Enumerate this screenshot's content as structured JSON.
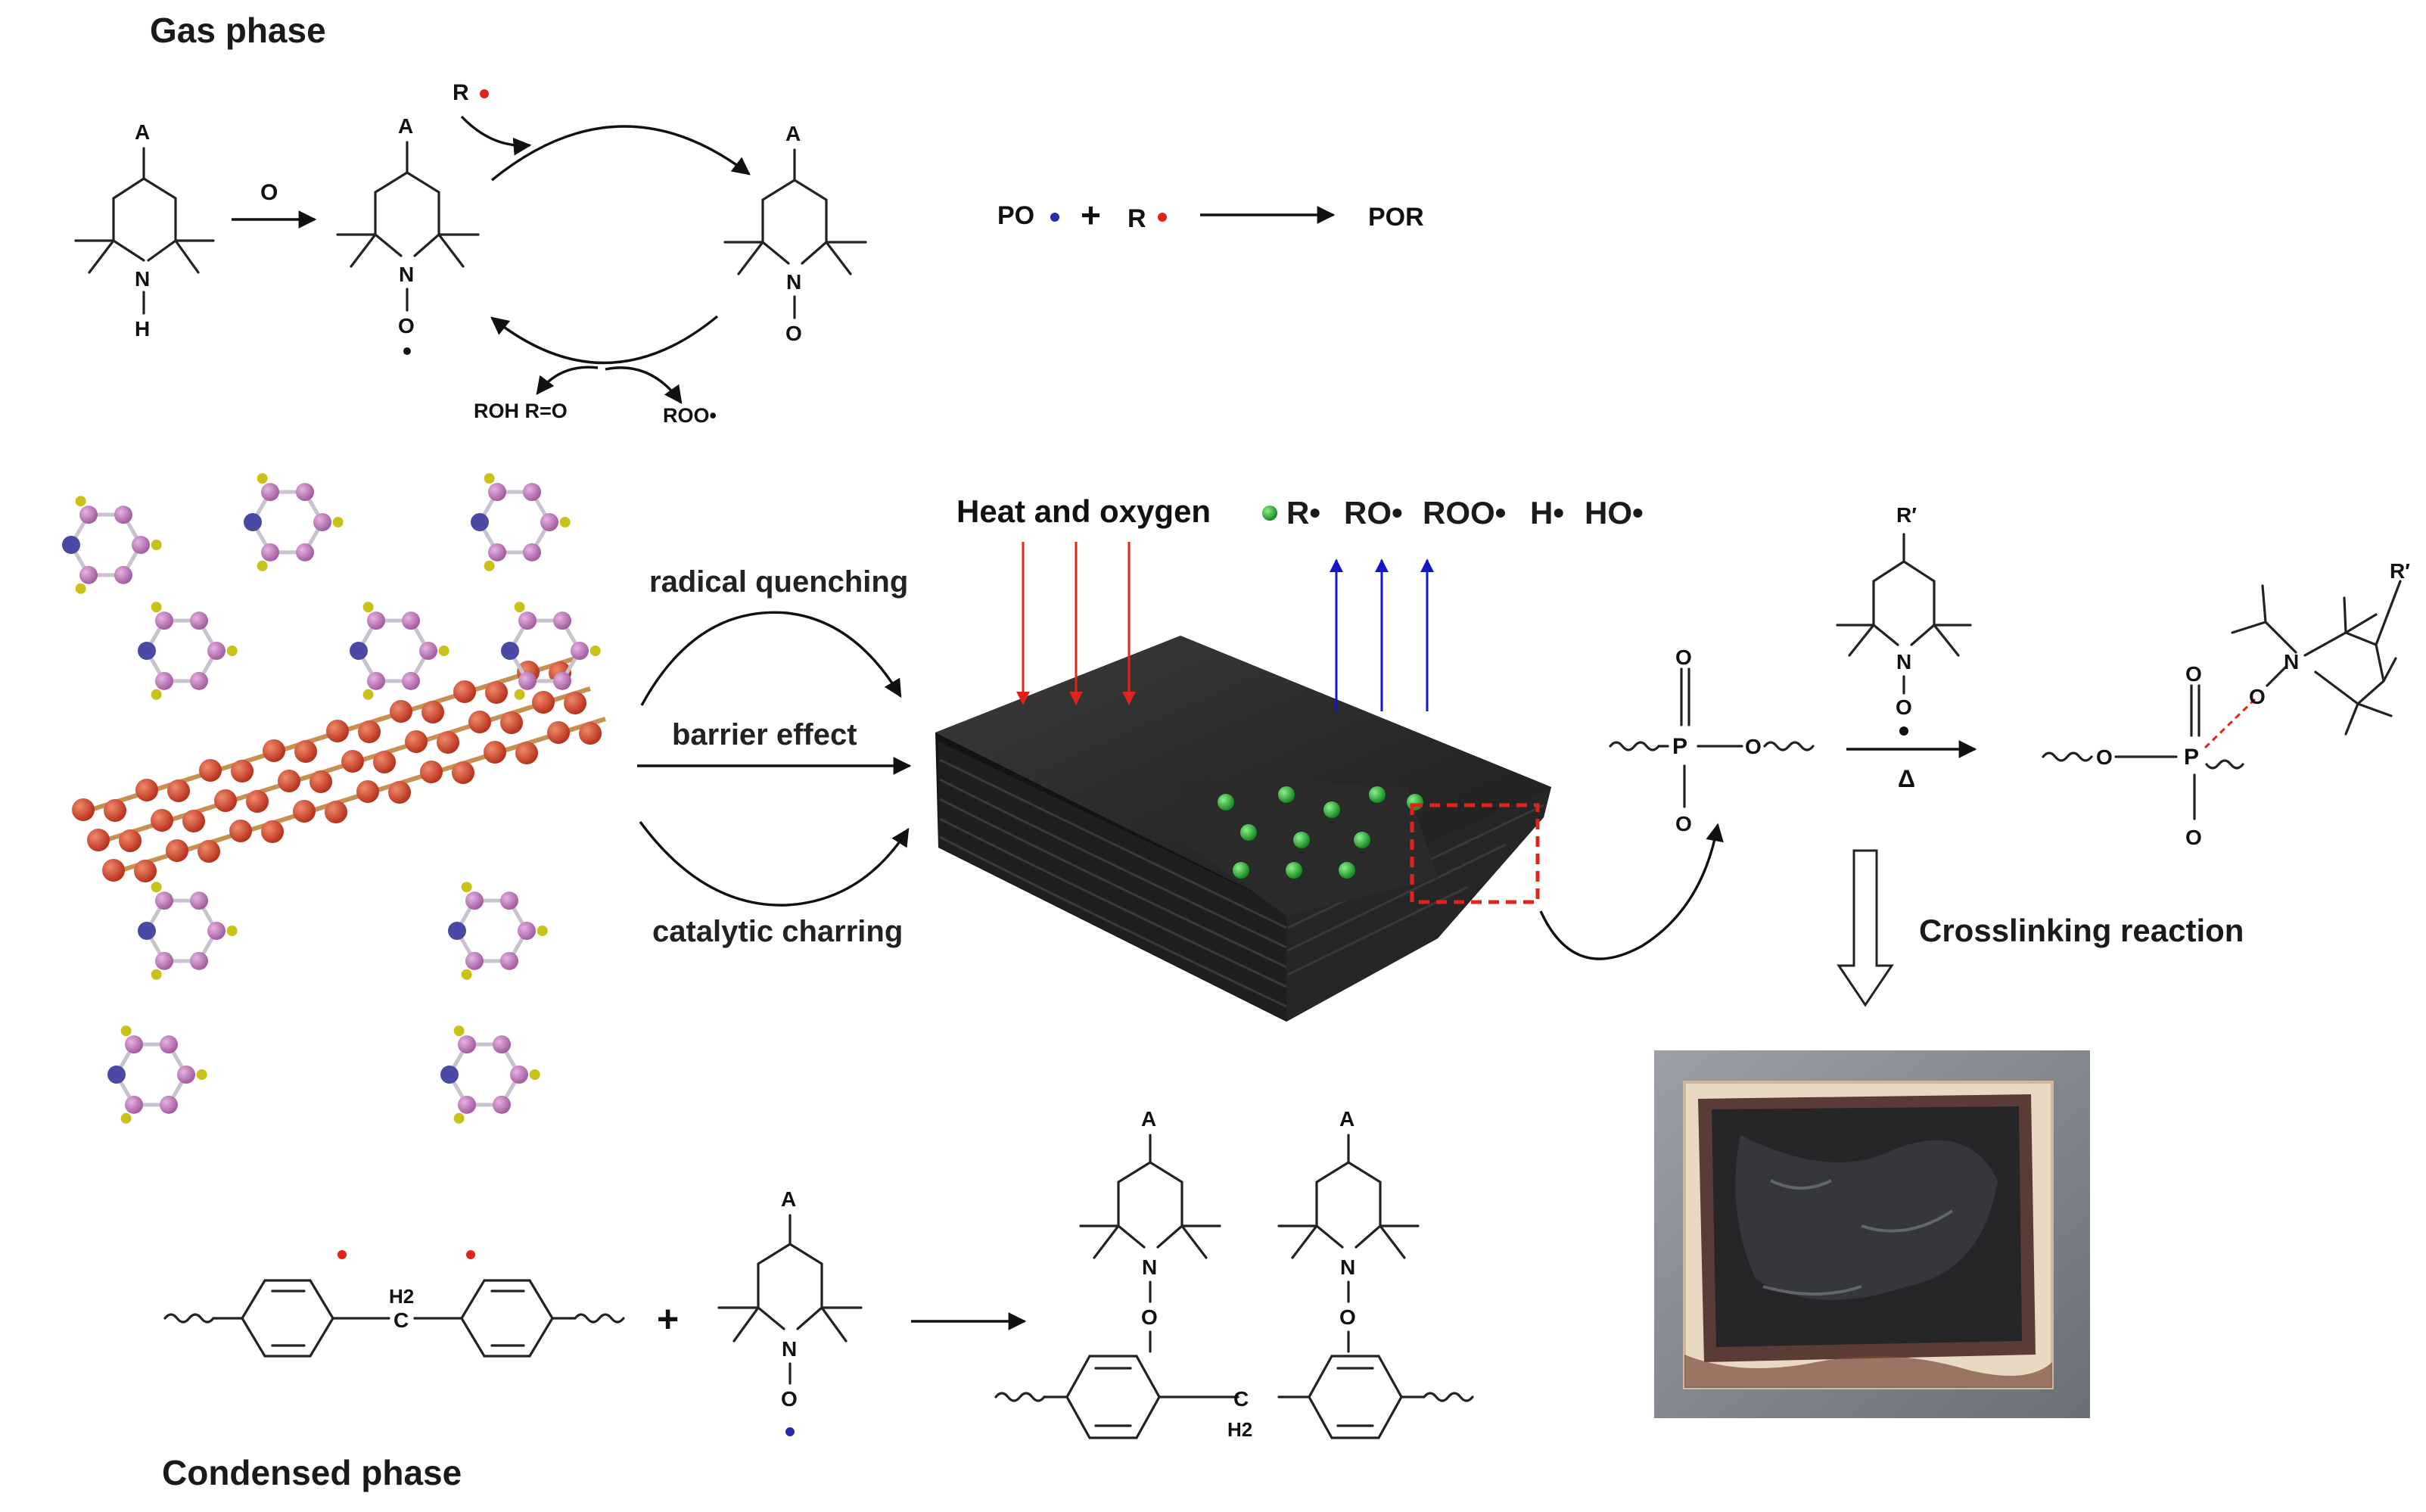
{
  "headings": {
    "gas_phase": "Gas phase",
    "condensed_phase": "Condensed phase",
    "crosslinking": "Crosslinking reaction"
  },
  "process_labels": {
    "radical_quenching": "radical quenching",
    "barrier_effect": "barrier effect",
    "catalytic_charring": "catalytic charring"
  },
  "char_block": {
    "heat_label": "Heat and oxygen",
    "radicals": [
      "R•",
      "RO•",
      "ROO•",
      "H•",
      "HO•"
    ]
  },
  "gas_scheme": {
    "substituent": "A",
    "oxidant": "O",
    "nitrogen": "N",
    "hydrogen": "H",
    "oxygen": "O",
    "radical_in": "R",
    "radical_out_products": "ROH R=O",
    "peroxy_in": "ROO•"
  },
  "po_reaction": {
    "reactant_1": "PO",
    "plus": "+",
    "reactant_2": "R",
    "product": "POR"
  },
  "crosslink_scheme": {
    "p_atom": "P",
    "o_atom": "O",
    "substituent": "R′",
    "heat_symbol": "Δ",
    "radical_dot": "•"
  },
  "condensed_scheme": {
    "bridge_top": "H2",
    "bridge_c": "C",
    "plus": "+",
    "substituent": "A"
  },
  "colors": {
    "radical_red": "#e0241b",
    "radical_blue": "#2a2ab0",
    "heat_arrow": "#e0241b",
    "release_arrow": "#1515c8",
    "char_green": "#2fbf3a",
    "graphene_orange": "#d9553a",
    "molecule_pink": "#c77bc4",
    "molecule_yellow": "#c8c21a",
    "molecule_blue": "#4a4aa6",
    "dashed_box": "#e0241b"
  }
}
